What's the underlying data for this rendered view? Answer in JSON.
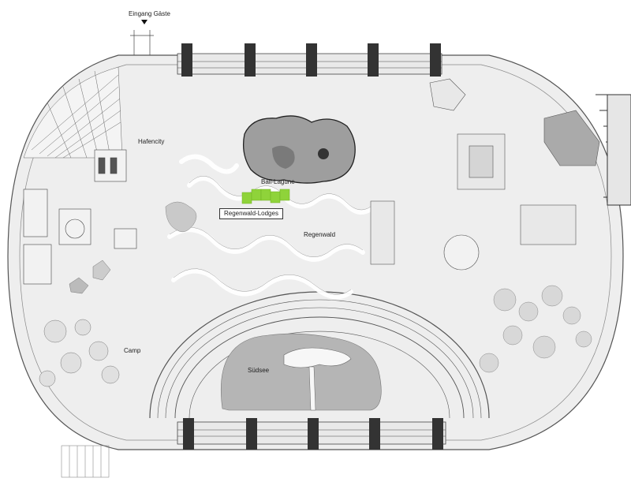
{
  "map": {
    "labels": {
      "entrance": "Eingang Gäste",
      "hafencity": "Hafencity",
      "bali": "Bali-Lagune",
      "lodges": "Regenwald-Lodges",
      "regenwald": "Regenwald",
      "camp": "Camp",
      "suedsee": "Südsee"
    },
    "colors": {
      "background": "#ffffff",
      "ground": "#eeeeee",
      "ground_dark": "#dcdcdc",
      "water": "#b5b5b5",
      "lines": "#555555",
      "highlight": "#8fd33a"
    },
    "highlight_zone": "Regenwald-Lodges"
  }
}
